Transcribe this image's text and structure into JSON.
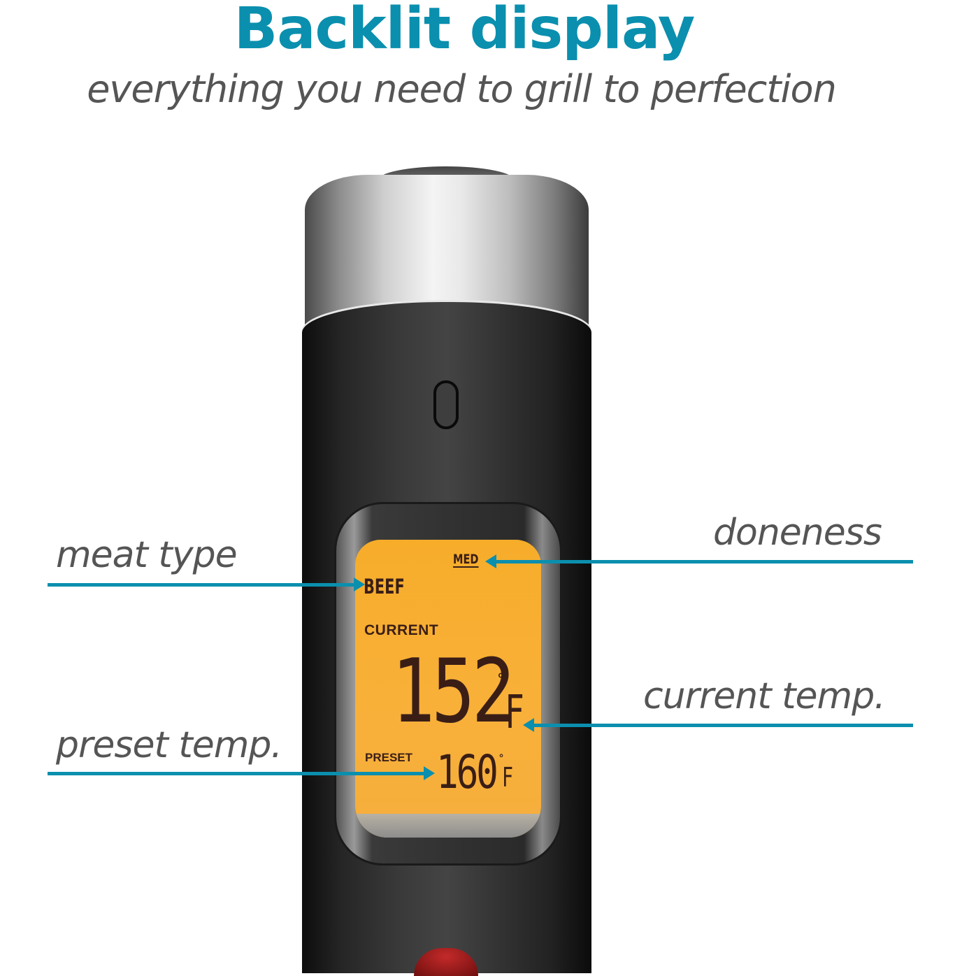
{
  "header": {
    "title": "Backlit display",
    "subtitle": "everything you need to grill to perfection"
  },
  "display": {
    "doneness": "MED",
    "meat_type": "BEEF",
    "current_label": "CURRENT",
    "current_temp": "152",
    "current_unit": "F",
    "degree_symbol": "°",
    "preset_label": "PRESET",
    "preset_temp": "160",
    "preset_unit": "F"
  },
  "callouts": {
    "meat_type": "meat type",
    "doneness": "doneness",
    "current_temp": "current temp.",
    "preset_temp": "preset temp."
  },
  "colors": {
    "accent": "#0b8fae",
    "label_text": "#555555",
    "lcd_backlight": "#f7ad2a",
    "lcd_segment": "#3a1e16",
    "device_body": "#2e2e2e",
    "button_red": "#b02020"
  }
}
